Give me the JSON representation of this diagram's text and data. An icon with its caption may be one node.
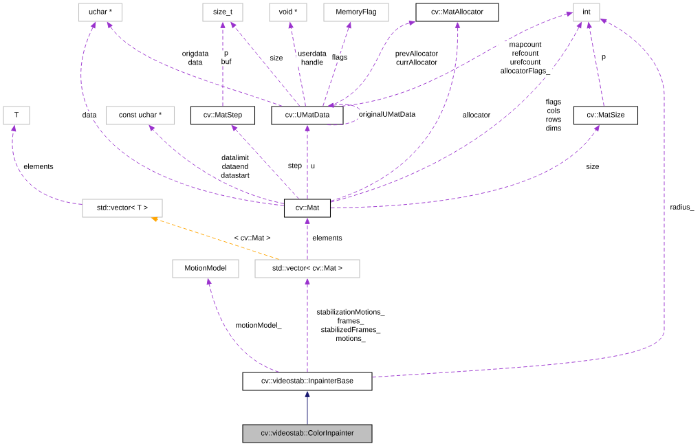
{
  "diagram": {
    "nodes": [
      {
        "text": [
          "uchar *"
        ]
      },
      {
        "text": [
          "size_t"
        ]
      },
      {
        "text": [
          "void *"
        ]
      },
      {
        "text": [
          "MemoryFlag"
        ]
      },
      {
        "text": [
          "cv::MatAllocator"
        ]
      },
      {
        "text": [
          "int"
        ]
      },
      {
        "text": [
          "T"
        ]
      },
      {
        "text": [
          "const uchar *"
        ]
      },
      {
        "text": [
          "cv::MatStep"
        ]
      },
      {
        "text": [
          "cv::UMatData"
        ]
      },
      {
        "text": [
          "cv::MatSize"
        ]
      },
      {
        "text": [
          "std::vector< T >"
        ]
      },
      {
        "text": [
          "cv::Mat"
        ]
      },
      {
        "text": [
          "MotionModel"
        ]
      },
      {
        "text": [
          "std::vector< cv::Mat >"
        ]
      },
      {
        "text": [
          "cv::videostab::InpainterBase"
        ]
      },
      {
        "text": [
          "cv::videostab::ColorInpainter"
        ]
      }
    ],
    "edges": [
      {
        "from": 9,
        "to": 0,
        "arrow": "to",
        "label": "origdata data",
        "style": "dashed"
      },
      {
        "from": 9,
        "to": 1,
        "arrow": "to",
        "label": "size",
        "style": "dashed"
      },
      {
        "from": 8,
        "to": 1,
        "arrow": "to",
        "label": "p buf",
        "style": "dashed"
      },
      {
        "from": 9,
        "to": 2,
        "arrow": "to",
        "label": "userdata handle",
        "style": "dashed"
      },
      {
        "from": 9,
        "to": 3,
        "arrow": "to",
        "label": "flags",
        "style": "dashed"
      },
      {
        "from": 9,
        "to": 4,
        "arrow": "to",
        "label": "prevAllocator currAllocator",
        "style": "dashed"
      },
      {
        "from": 9,
        "to": 5,
        "arrow": "to",
        "label": "mapcount refcount urefcount allocatorFlags_",
        "style": "dashed"
      },
      {
        "from": 9,
        "to": 9,
        "arrow": "to",
        "label": "originalUMatData",
        "style": "dashed"
      },
      {
        "from": 12,
        "to": 0,
        "arrow": "to",
        "label": "data",
        "style": "dashed"
      },
      {
        "from": 12,
        "to": 7,
        "arrow": "to",
        "label": "datalimit dataend datastart",
        "style": "dashed"
      },
      {
        "from": 12,
        "to": 8,
        "arrow": "to",
        "label": "step",
        "style": "dashed"
      },
      {
        "from": 12,
        "to": 9,
        "arrow": "to",
        "label": "u",
        "style": "dashed"
      },
      {
        "from": 12,
        "to": 4,
        "arrow": "to",
        "label": "allocator",
        "style": "dashed"
      },
      {
        "from": 12,
        "to": 5,
        "arrow": "to",
        "label": "flags cols rows dims",
        "style": "dashed"
      },
      {
        "from": 12,
        "to": 10,
        "arrow": "to",
        "label": "size",
        "style": "dashed"
      },
      {
        "from": 10,
        "to": 5,
        "arrow": "to",
        "label": "p",
        "style": "dashed"
      },
      {
        "from": 11,
        "to": 6,
        "arrow": "to",
        "label": "elements",
        "style": "dashed"
      },
      {
        "from": 14,
        "to": 11,
        "arrow": "to",
        "label": "< cv::Mat >",
        "style": "dashed",
        "color": "#ffa500"
      },
      {
        "from": 14,
        "to": 12,
        "arrow": "to",
        "label": "elements",
        "style": "dashed"
      },
      {
        "from": 15,
        "to": 13,
        "arrow": "to",
        "label": "motionModel_",
        "style": "dashed"
      },
      {
        "from": 15,
        "to": 14,
        "arrow": "to",
        "label": "stabilizationMotions_ frames_ stabilizedFrames_ motions_",
        "style": "dashed"
      },
      {
        "from": 15,
        "to": 5,
        "arrow": "to",
        "label": "radius_",
        "style": "dashed"
      },
      {
        "from": 16,
        "to": 15,
        "arrow": "to",
        "color": "#191970"
      }
    ]
  }
}
